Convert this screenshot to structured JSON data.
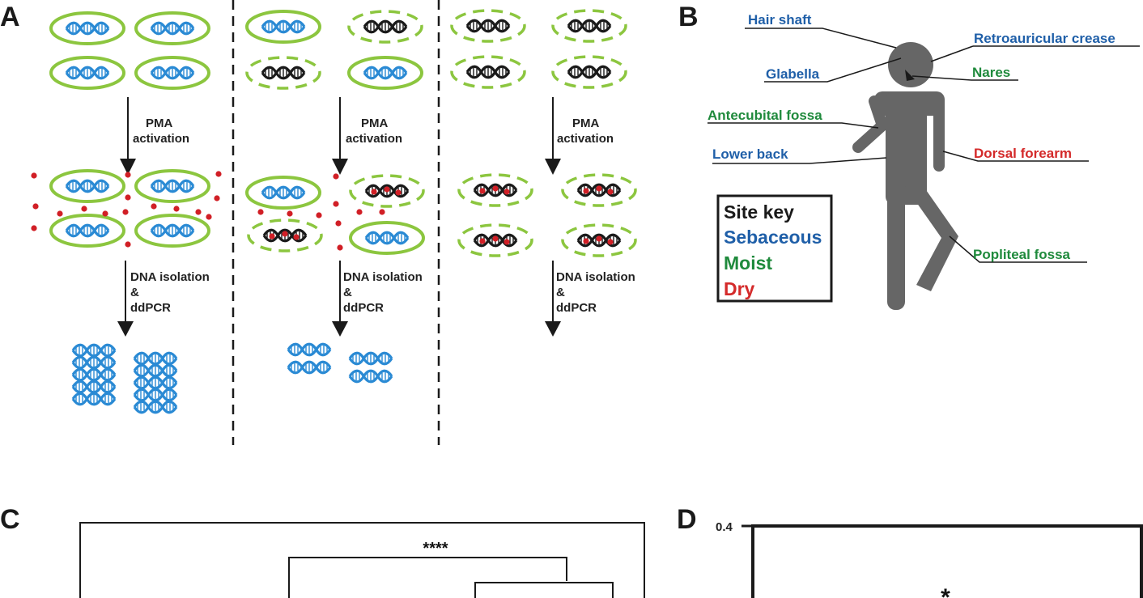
{
  "colors": {
    "sebaceous": "#1f5fa8",
    "moist": "#1f8a3c",
    "dry": "#d42a2a",
    "membrane": "#8cc63f",
    "dna_live": "#2a8ad4",
    "dna_dead": "#1a1a1a",
    "pma_dot": "#d11f26",
    "figure_gray": "#666666"
  },
  "panels": {
    "a": "A",
    "b": "B",
    "c": "C",
    "d": "D"
  },
  "panel_a": {
    "pma_line1": "PMA",
    "pma_line2": "activation",
    "iso_line1": "DNA isolation",
    "iso_line2": "&",
    "iso_line3": "ddPCR"
  },
  "panel_b": {
    "sites": {
      "hair_shaft": "Hair shaft",
      "retroauricular": "Retroauricular crease",
      "glabella": "Glabella",
      "nares": "Nares",
      "antecubital": "Antecubital fossa",
      "lower_back": "Lower back",
      "dorsal_forearm": "Dorsal forearm",
      "popliteal": "Popliteal fossa"
    },
    "key": {
      "title": "Site key",
      "sebaceous": "Sebaceous",
      "moist": "Moist",
      "dry": "Dry"
    }
  },
  "panel_c": {
    "significance": "****"
  },
  "panel_d": {
    "y_tick_top": "0.4",
    "significance": "*"
  }
}
